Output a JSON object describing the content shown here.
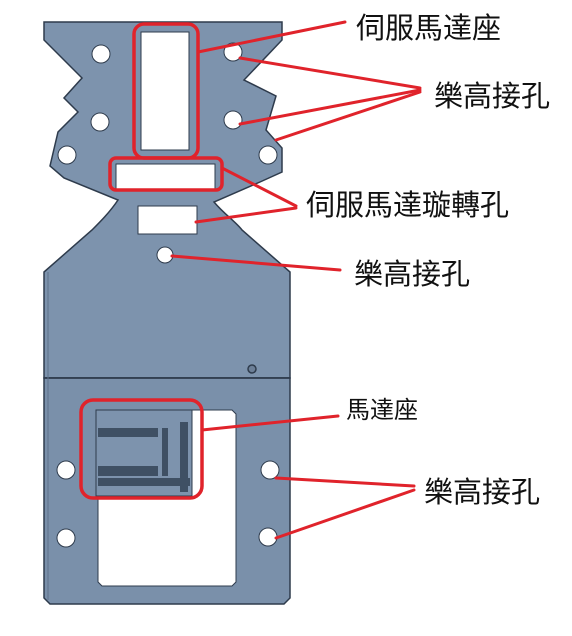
{
  "labels": {
    "servo_mount": "伺服馬達座",
    "lego_holes_top": "樂高接孔",
    "servo_rotation_hole": "伺服馬達璇轉孔",
    "lego_hole_center": "樂高接孔",
    "motor_mount": "馬達座",
    "lego_holes_bottom": "樂高接孔"
  },
  "colors": {
    "plate_fill": "#7d93ad",
    "plate_fill_lower": "#7a90aa",
    "plate_stroke": "#2e3b4c",
    "hole_fill": "#ffffff",
    "callout_red": "#e0232b",
    "slot_dark": "#3f5064"
  }
}
